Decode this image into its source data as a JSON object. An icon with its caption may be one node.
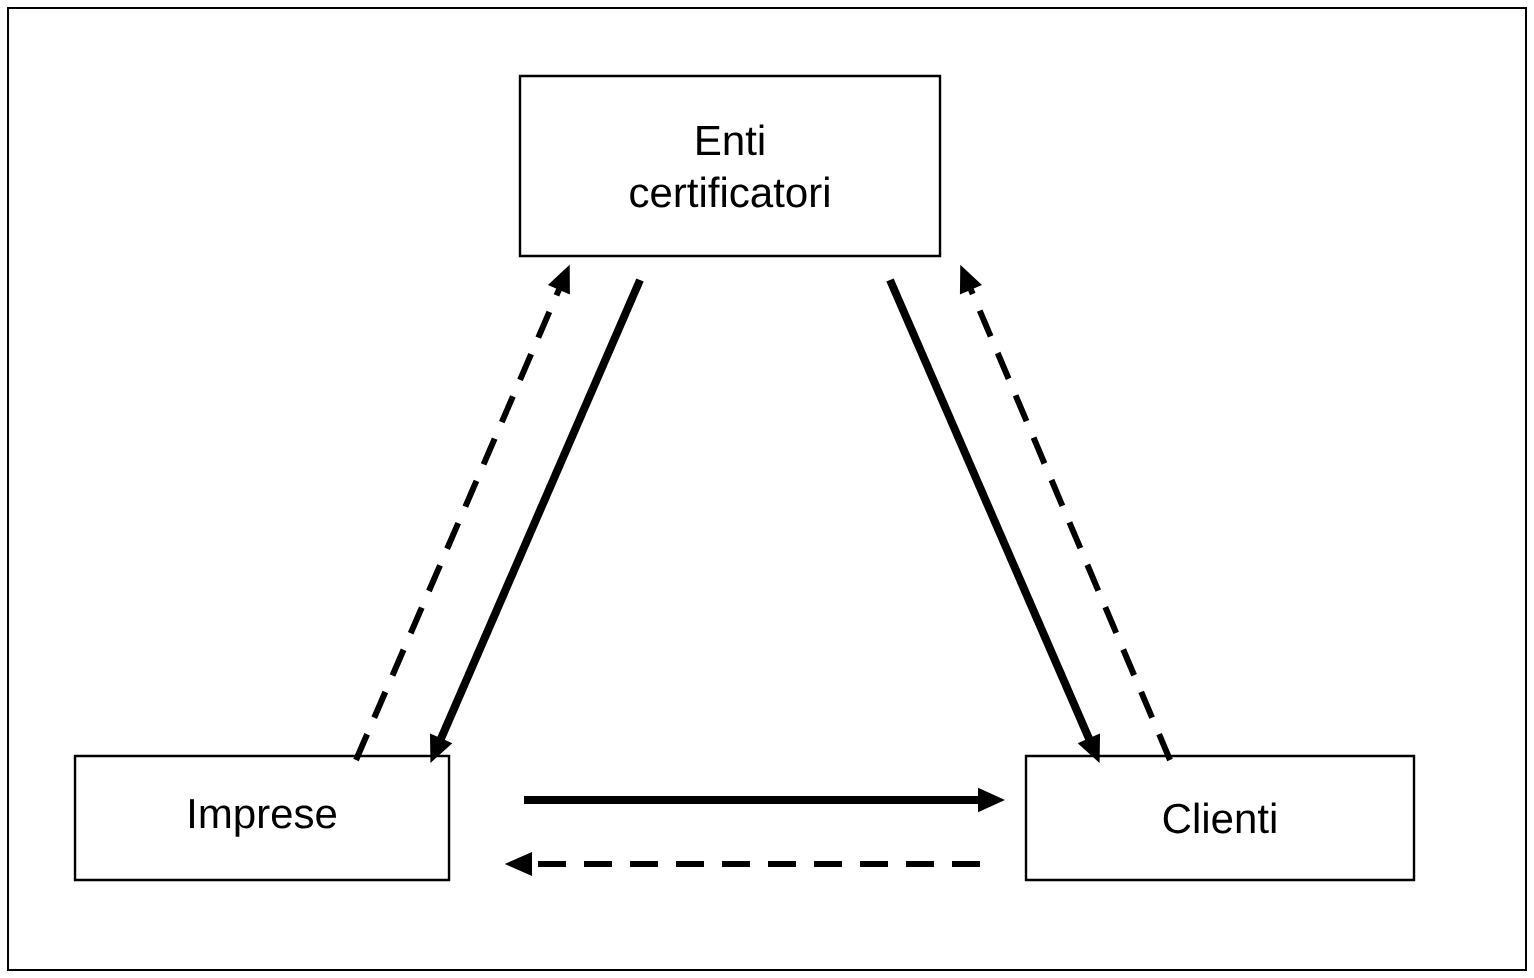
{
  "diagram": {
    "nodes": [
      {
        "text": [
          "Enti certificatori"
        ]
      },
      {
        "text": [
          "Imprese"
        ]
      },
      {
        "text": [
          "Clienti"
        ]
      }
    ],
    "edges": [
      {
        "from": 0,
        "to": 1,
        "arrow": "to"
      },
      {
        "from": 1,
        "to": 0,
        "arrow": "to",
        "style": "dashed"
      },
      {
        "from": 0,
        "to": 2,
        "arrow": "to"
      },
      {
        "from": 2,
        "to": 0,
        "arrow": "to",
        "style": "dashed"
      },
      {
        "from": 1,
        "to": 2,
        "arrow": "to"
      },
      {
        "from": 2,
        "to": 1,
        "arrow": "to",
        "style": "dashed"
      }
    ]
  }
}
